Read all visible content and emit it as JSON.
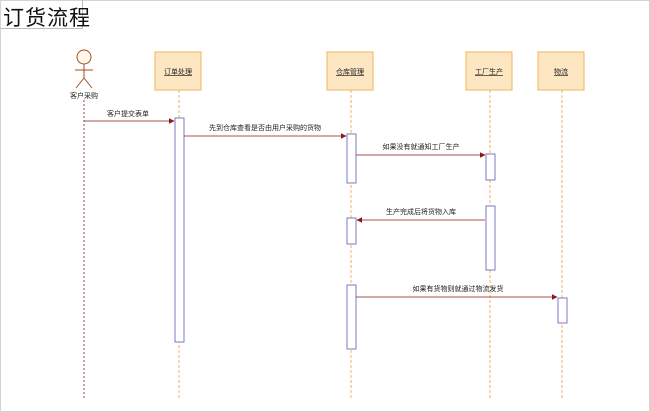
{
  "title": "订货流程",
  "colors": {
    "header_fill": "#fde7c2",
    "header_stroke": "#f0b45c",
    "lifeline": "#f29a3e",
    "activation_stroke": "#5a5ab4",
    "message": "#8b1a1a",
    "actor_stroke": "#a05020"
  },
  "actor": {
    "label": "客户采购"
  },
  "participants": [
    {
      "id": "p1",
      "label": "订单处理"
    },
    {
      "id": "p2",
      "label": "仓库管理"
    },
    {
      "id": "p3",
      "label": "工厂生产"
    },
    {
      "id": "p4",
      "label": "物流"
    }
  ],
  "messages": [
    {
      "from": "actor",
      "to": "p1",
      "label": "客户提交表单"
    },
    {
      "from": "p1",
      "to": "p2",
      "label": "先到仓库查看是否由用户采购的货物"
    },
    {
      "from": "p2",
      "to": "p3",
      "label": "如果没有就通知工厂生产"
    },
    {
      "from": "p3",
      "to": "p2",
      "label": "生产完成后将货物入库"
    },
    {
      "from": "p2",
      "to": "p4",
      "label": "如果有货物则就通过物流发货"
    }
  ]
}
